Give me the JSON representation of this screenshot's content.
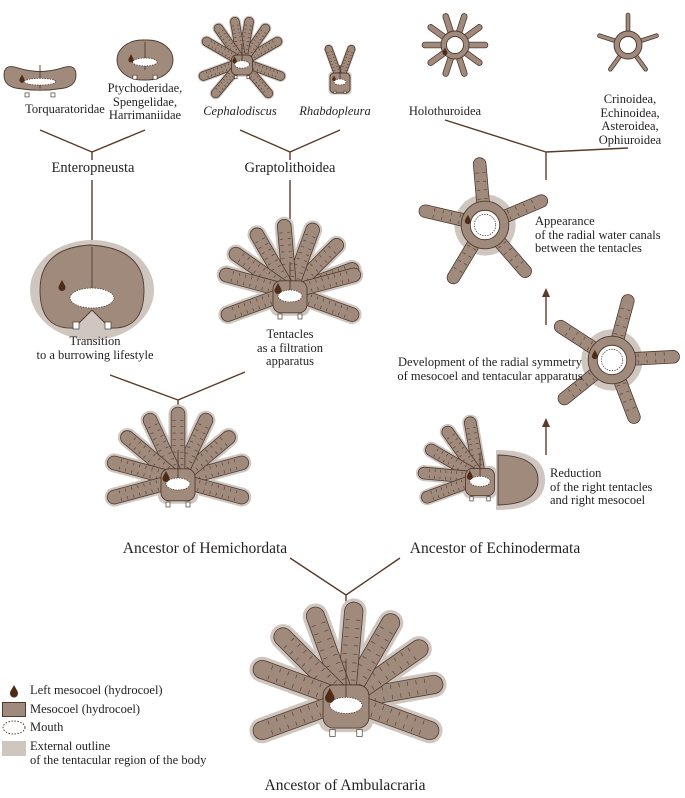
{
  "taxa": {
    "torquaratoridae": "Torquaratoridae",
    "ptychoderidae": [
      "Ptychoderidae,",
      "Spengelidae,",
      "Harrimaniidae"
    ],
    "cephalodiscus": "Cephalodiscus",
    "rhabdopleura": "Rhabdopleura",
    "holothuroidea": "Holothuroidea",
    "crinoidea": [
      "Crinoidea,",
      "Echinoidea,",
      "Asteroidea,",
      "Ophiuroidea"
    ],
    "enteropneusta": "Enteropneusta",
    "graptolithoidea": "Graptolithoidea"
  },
  "annotations": {
    "burrowing": [
      "Transition",
      "to a burrowing lifestyle"
    ],
    "filtration": [
      "Tentacles",
      "as a filtration",
      "apparatus"
    ],
    "canals": [
      "Appearance",
      "of the radial water canals",
      "between the tentacles"
    ],
    "radial": [
      "Development of the radial symmetry",
      "of mesocoel and tentacular apparatus"
    ],
    "reduction": [
      "Reduction",
      "of the right tentacles",
      "and right mesocoel"
    ]
  },
  "ancestors": {
    "hemichordata": "Ancestor of Hemichordata",
    "echinodermata": "Ancestor of Echinodermata",
    "ambulacraria": "Ancestor of Ambulacraria"
  },
  "legend": {
    "left_mesocoel": "Left mesocoel (hydrocoel)",
    "mesocoel": "Mesocoel (hydrocoel)",
    "mouth": "Mouth",
    "outline": [
      "External outline",
      "of the tentacular region of the body"
    ]
  },
  "colors": {
    "mesocoel": "#a08a7c",
    "outline": "#cec6bf",
    "stroke": "#4e3a30",
    "drop": "#4e2a17",
    "line": "#5a3b2a"
  }
}
